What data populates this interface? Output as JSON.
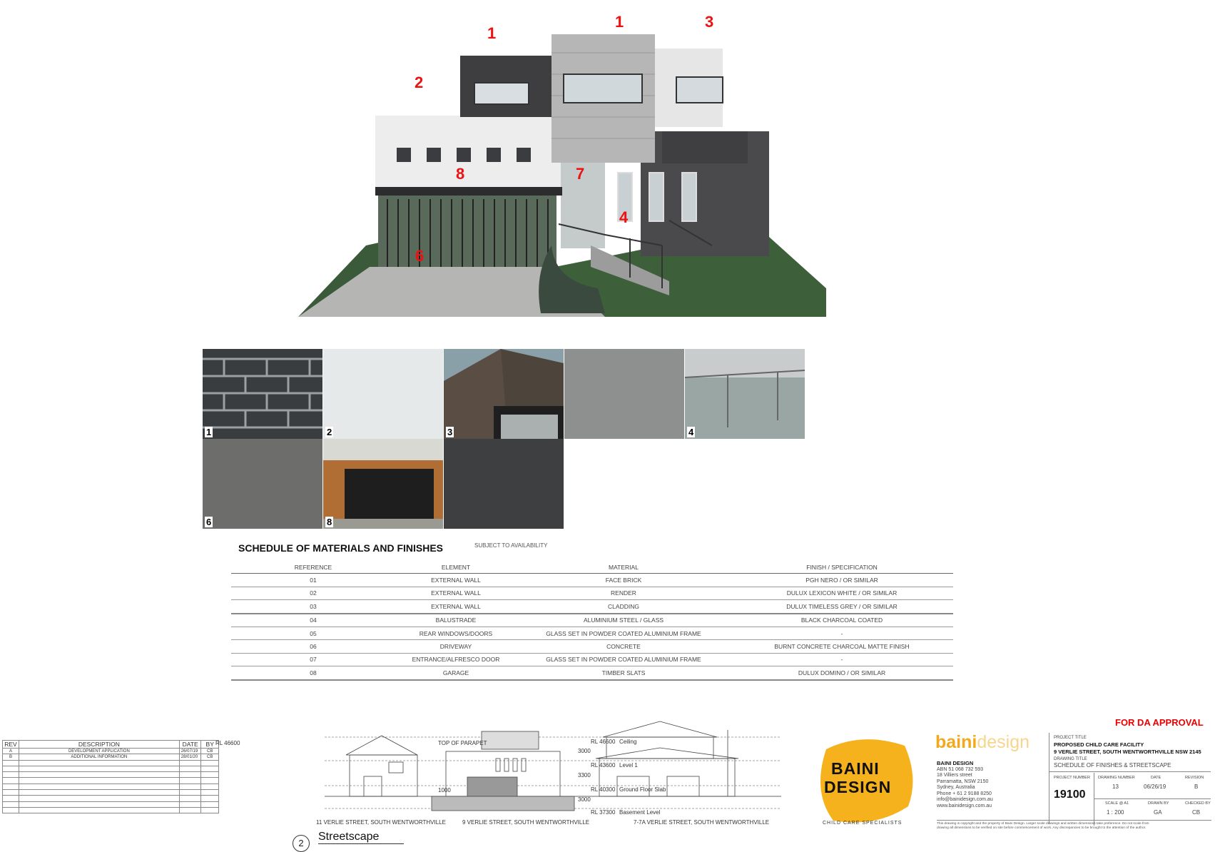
{
  "callouts": [
    "1",
    "1",
    "3",
    "2",
    "8",
    "7",
    "4",
    "6"
  ],
  "swatches": [
    {
      "num": "1",
      "icon": "face-brick-swatch",
      "color": "#3a3d40"
    },
    {
      "num": "2",
      "icon": "render-white-swatch",
      "color": "#e6e9ea"
    },
    {
      "num": "3",
      "icon": "cladding-photo-swatch",
      "color": "#5a4e44"
    },
    {
      "num": "",
      "icon": "grey-swatch",
      "color": "#8e9090"
    },
    {
      "num": "4",
      "icon": "glass-balustrade-photo-swatch",
      "color": "#9aa6a3"
    },
    {
      "num": "6",
      "icon": "concrete-swatch",
      "color": "#6d6d6b"
    },
    {
      "num": "8",
      "icon": "timber-garage-photo-swatch",
      "color": "#b06d34"
    },
    {
      "num": "",
      "icon": "charcoal-swatch",
      "color": "#3e3f41"
    }
  ],
  "schedule": {
    "title": "SCHEDULE OF MATERIALS AND FINISHES",
    "subtitle": "SUBJECT TO AVAILABILITY",
    "headers": [
      "REFERENCE",
      "ELEMENT",
      "MATERIAL",
      "FINISH / SPECIFICATION"
    ],
    "rows": [
      [
        "01",
        "EXTERNAL WALL",
        "FACE BRICK",
        "PGH NERO / OR SIMILAR"
      ],
      [
        "02",
        "EXTERNAL WALL",
        "RENDER",
        "DULUX LEXICON WHITE / OR SIMILAR"
      ],
      [
        "03",
        "EXTERNAL WALL",
        "CLADDING",
        "DULUX TIMELESS GREY / OR SIMILAR"
      ],
      [
        "04",
        "BALUSTRADE",
        "ALUMINIUM STEEL / GLASS",
        "BLACK CHARCOAL COATED"
      ],
      [
        "05",
        "REAR WINDOWS/DOORS",
        "GLASS SET IN POWDER COATED ALUMINIUM FRAME",
        "-"
      ],
      [
        "06",
        "DRIVEWAY",
        "CONCRETE",
        "BURNT CONCRETE CHARCOAL MATTE FINISH"
      ],
      [
        "07",
        "ENTRANCE/ALFRESCO DOOR",
        "GLASS SET IN POWDER COATED ALUMINIUM FRAME",
        "-"
      ],
      [
        "08",
        "GARAGE",
        "TIMBER SLATS",
        "DULUX DOMINO / OR SIMILAR"
      ]
    ]
  },
  "revisions": {
    "headers": [
      "REV",
      "DESCRIPTION",
      "DATE",
      "BY"
    ],
    "rows": [
      [
        "A",
        "DEVELOPMENT APPLICATION",
        "26/07/19",
        "CB"
      ],
      [
        "B",
        "ADDITIONAL INFORMATION",
        "28/01/20",
        "CB"
      ]
    ]
  },
  "streetscape": {
    "labels": [
      "11 VERLIE STREET, SOUTH WENTWORTHVILLE",
      "9 VERLIE STREET, SOUTH WENTWORTHVILLE",
      "7-7A VERLIE STREET, SOUTH WENTWORTHVILLE"
    ],
    "levels": [
      "Ceiling",
      "Level 1",
      "Ground Floor Slab",
      "Basement Level"
    ],
    "rls": [
      "RL 46600",
      "RL 43600",
      "RL 40300",
      "RL 37300"
    ],
    "dims": [
      "3000",
      "3300",
      "3000",
      "1000"
    ],
    "top_note": "TOP OF PARAPET",
    "view_number": "2",
    "view_title": "Streetscape"
  },
  "title_block": {
    "da_label": "FOR DA APPROVAL",
    "brand_a": "baini",
    "brand_b": "design",
    "company": "BAINI DESIGN",
    "abn": "ABN 51 068 732 593",
    "address1": "18 Villiers street",
    "address2": "Parramatta, NSW 2150",
    "address3": "Sydney, Australia",
    "phone": "Phone + 61 2 9188 8250",
    "email": "info@bainidesign.com.au",
    "web": "www.bainidesign.com.au",
    "project_title_label": "PROJECT TITLE",
    "project_title": "PROPOSED CHILD CARE FACILITY",
    "project_address": "9 VERLIE STREET, SOUTH WENTWORTHVILLE NSW 2145",
    "drawing_title_label": "DRAWING TITLE",
    "drawing_title": "SCHEDULE OF FINISHES & STREETSCAPE",
    "project_number_label": "PROJECT NUMBER",
    "project_number": "19100",
    "drawing_number_label": "DRAWING NUMBER",
    "drawing_number": "13",
    "date_label": "DATE",
    "date": "06/26/19",
    "revision_label": "REVISION",
    "revision": "B",
    "scale_label": "SCALE @ A1",
    "scale": "1 : 200",
    "drawn_label": "DRAWN BY",
    "drawn": "GA",
    "checked_label": "CHECKED BY",
    "checked": "CB",
    "disclaimer1": "This drawing is copyright and the property of Baini Design. Larger scale drawings and written dimensions take preference. Do not scale from",
    "disclaimer2": "drawing all dimensions to be verified on site before commencement of work. Any discrepancies to be brought to the attention of the author.",
    "logo_line1": "BAINI",
    "logo_line2": "DESIGN",
    "logo_tag": "CHILD CARE SPECIALISTS"
  }
}
